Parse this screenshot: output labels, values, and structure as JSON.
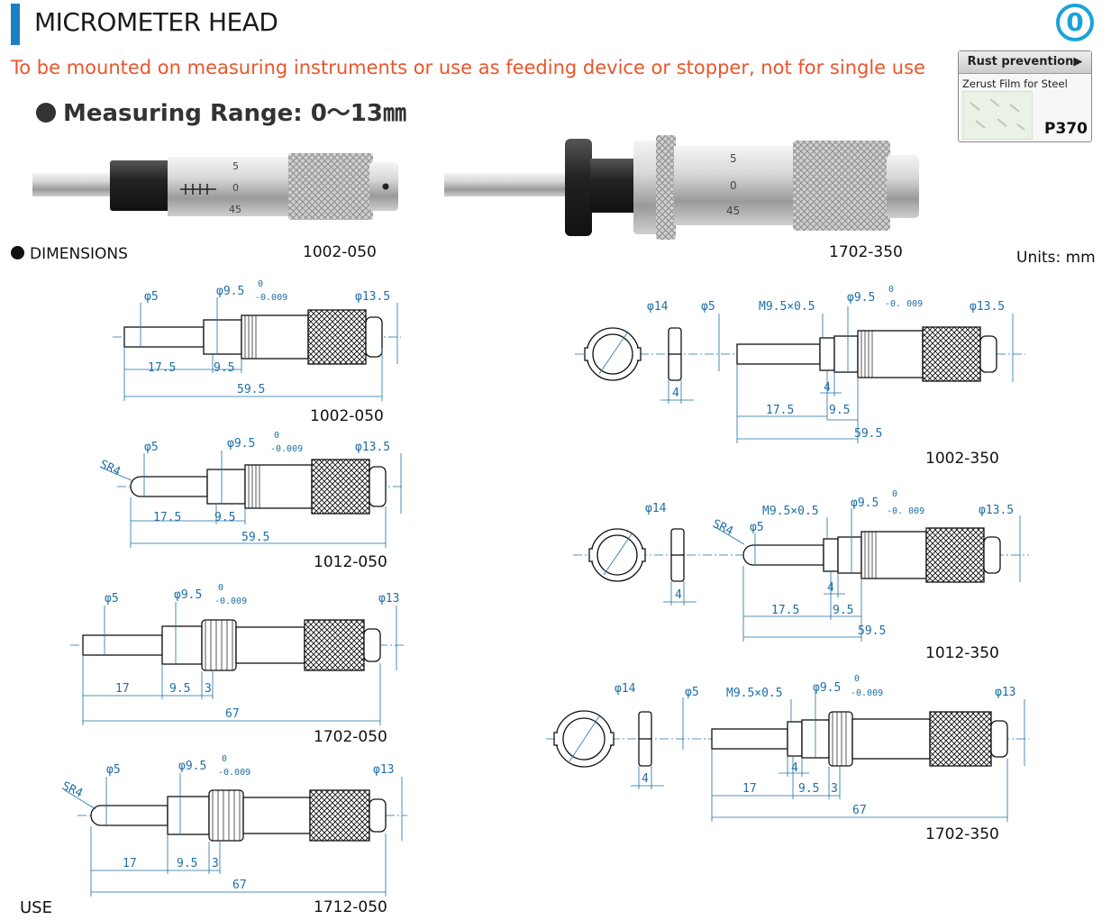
{
  "header": {
    "title": "MICROMETER HEAD",
    "subtitle": "To be mounted on measuring instruments or use as feeding device or stopper, not for single use",
    "range_label": "Measuring Range: 0～13㎜"
  },
  "badge": {
    "zero": "0"
  },
  "rust": {
    "title": "Rust prevention▶",
    "film": "Zerust Film for Steel",
    "page": "P370"
  },
  "photos": {
    "left_model": "1002-050",
    "right_model": "1702-350",
    "scale_5": "5",
    "scale_0": "0",
    "scale_45": "45"
  },
  "dimensions": {
    "label": "DIMENSIONS",
    "units": "Units: mm",
    "labels": {
      "d5": "φ5",
      "d95": "φ9.5",
      "tol0": "0",
      "tol_009": "-0.009",
      "tol_0009": "-0. 009",
      "d135": "φ13.5",
      "d13": "φ13",
      "d14": "φ14",
      "sr4": "SR4",
      "m95": "M9.5×0.5",
      "l175": "17.5",
      "l95": "9.5",
      "l595": "59.5",
      "l17": "17",
      "l3": "3",
      "l67": "67",
      "l4": "4"
    },
    "models": {
      "m1002_050": "1002-050",
      "m1012_050": "1012-050",
      "m1702_050": "1702-050",
      "m1712_050": "1712-050",
      "m1002_350": "1002-350",
      "m1012_350": "1012-350",
      "m1702_350": "1702-350"
    }
  },
  "footer": {
    "use": "USE"
  },
  "colors": {
    "accent_blue": "#1a7fc4",
    "orange": "#e8562a",
    "badge": "#1aa3d8",
    "dim_blue": "#1e6fa8"
  }
}
